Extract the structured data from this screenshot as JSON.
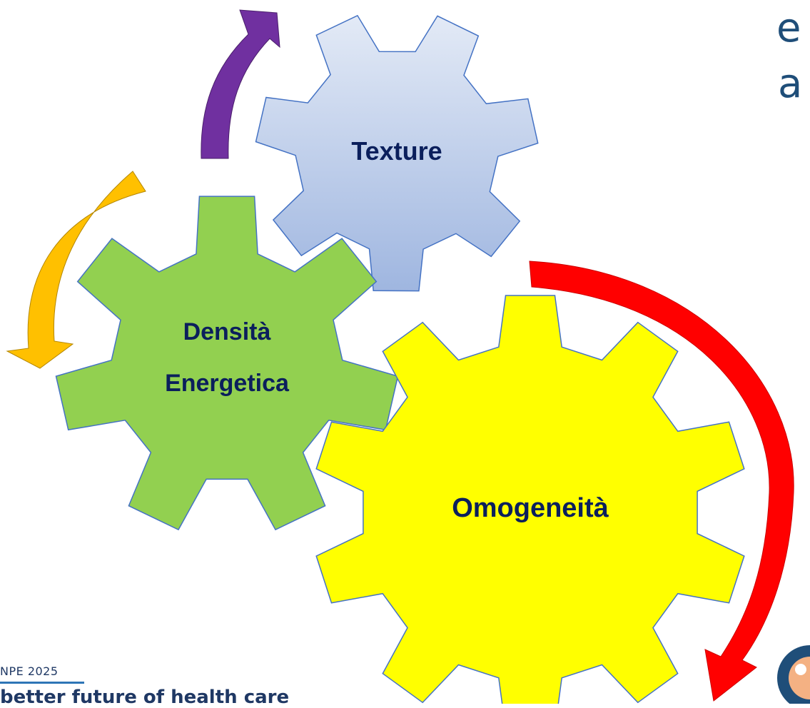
{
  "slide": {
    "title_fragments": [
      "e",
      "a"
    ],
    "footer": {
      "event": "NPE 2025",
      "slogan": "better future of health care"
    }
  },
  "gears": [
    {
      "id": "texture",
      "label_lines": [
        "Texture"
      ],
      "fill": "#b4c7e7"
    },
    {
      "id": "densita",
      "label_lines": [
        "Densità",
        "Energetica"
      ],
      "fill": "#92d050"
    },
    {
      "id": "omogeneita",
      "label_lines": [
        "Omogeneità"
      ],
      "fill": "#ffff00"
    }
  ],
  "arrows": [
    {
      "id": "purple",
      "color": "#7030a0"
    },
    {
      "id": "orange",
      "color": "#ffc000"
    },
    {
      "id": "red",
      "color": "#ff0000"
    }
  ]
}
